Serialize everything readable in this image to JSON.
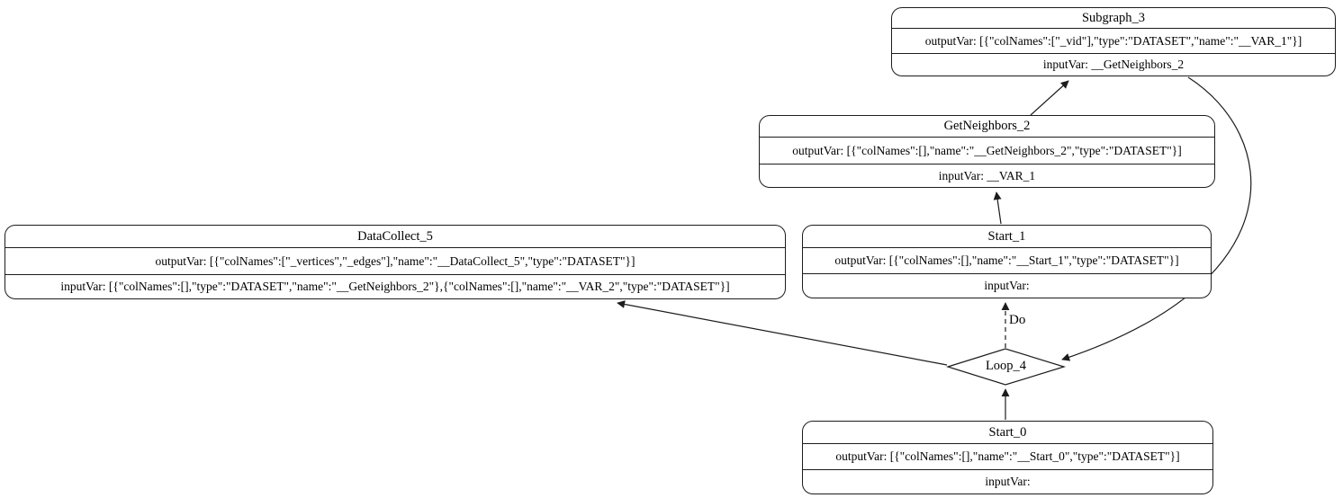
{
  "diagram": {
    "background_color": "#ffffff",
    "line_color": "#1c1c1c",
    "nodes": {
      "subgraph_3": {
        "title": "Subgraph_3",
        "output_var": "outputVar: [{\"colNames\":[\"_vid\"],\"type\":\"DATASET\",\"name\":\"__VAR_1\"}]",
        "input_var": "inputVar: __GetNeighbors_2"
      },
      "get_neighbors_2": {
        "title": "GetNeighbors_2",
        "output_var": "outputVar: [{\"colNames\":[],\"name\":\"__GetNeighbors_2\",\"type\":\"DATASET\"}]",
        "input_var": "inputVar: __VAR_1"
      },
      "start_1": {
        "title": "Start_1",
        "output_var": "outputVar: [{\"colNames\":[],\"name\":\"__Start_1\",\"type\":\"DATASET\"}]",
        "input_var": "inputVar:"
      },
      "data_collect_5": {
        "title": "DataCollect_5",
        "output_var": "outputVar: [{\"colNames\":[\"_vertices\",\"_edges\"],\"name\":\"__DataCollect_5\",\"type\":\"DATASET\"}]",
        "input_var": "inputVar: [{\"colNames\":[],\"type\":\"DATASET\",\"name\":\"__GetNeighbors_2\"},{\"colNames\":[],\"name\":\"__VAR_2\",\"type\":\"DATASET\"}]"
      },
      "loop_4": {
        "title": "Loop_4"
      },
      "start_0": {
        "title": "Start_0",
        "output_var": "outputVar: [{\"colNames\":[],\"name\":\"__Start_0\",\"type\":\"DATASET\"}]",
        "input_var": "inputVar:"
      }
    },
    "edges": {
      "loop_do_label": "Do"
    }
  }
}
